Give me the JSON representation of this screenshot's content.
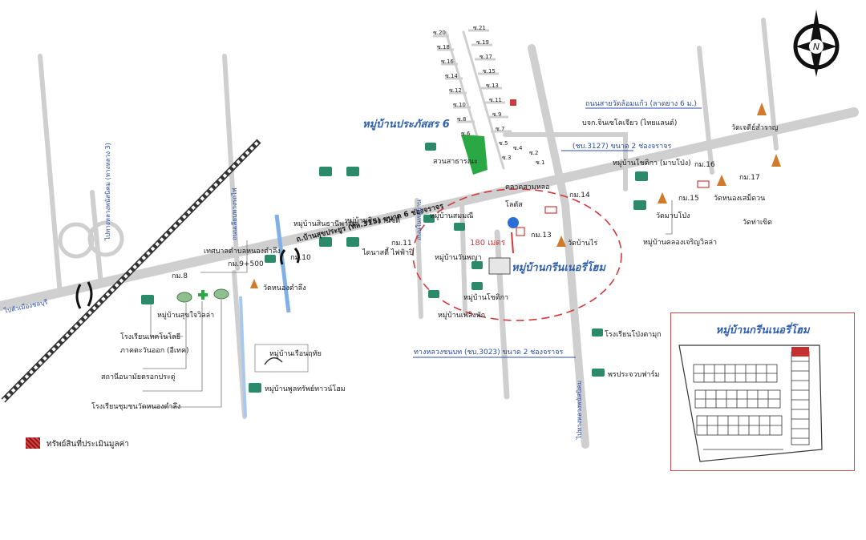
{
  "colors": {
    "road": "#cfcfcf",
    "road_label": "#1a1a1a",
    "project_label": "#2f5fb0",
    "highlight_red": "#d23a3a",
    "park_green": "#2aa844",
    "canal_blue": "#7fb0e8",
    "temple_orange": "#d07a2a"
  },
  "labels": {
    "village_prakassorn": "หมู่บ้านประภัสสร 6",
    "village_green_nery_main": "หมู่บ้านกรีนเนอรี่โฮม",
    "main_road": "ถ.บ้านสุขประยูร (ทล.315) ขนาด 6 ช่องจราจร",
    "distance": "180 เมตร",
    "road_3127": "(ชบ.3127) ขนาด 2 ช่องจราจร",
    "road_3023": "ทางหลวงชนบท (ชบ.3023) ขนาด 2 ช่องจราจร",
    "road_top_right": "ถนนสายวัดล้อมแก้ว (ลาดยาง 6 ม.)",
    "company": "บจก.จินเซโคเจียว (ไทยแลนด์)",
    "village_sinthani_park": "หมู่บ้านสินธานีพาร์ค",
    "village_sinthani_city": "หมู่บ้านสินธานีซิตี้",
    "municipality": "เทศบาลตำบลหนองตำลึง",
    "village_sukjai": "หมู่บ้านสุขใจวิลล่า",
    "temple_nong_tamlueng": "วัดหนองตำลึง",
    "school_tech": "โรงเรียนเทคโนโลยี",
    "school_tech_2": "ภาคตะวันออก (อีเทค)",
    "health_station": "สถานีอนามัยตรอกประดู่",
    "school_community": "โรงเรียนชุมชนวัดหนองตำลึง",
    "village_rueanrit": "หมู่บ้านเรือนฤทัย",
    "village_phon_sap": "หมู่บ้านพูลทรัพย์ทาวน์โฮม",
    "village_sommanee": "หมู่บ้านสมมณี",
    "village_wanphaya": "หมู่บ้านวันพญา",
    "village_chotika": "หมู่บ้านโชติกา",
    "village_pheng_pak": "หมู่บ้านเพลิงพัก",
    "village_chotika_2": "หมู่บ้านโชติกา (มาบโป่ง)",
    "village_klang_charoen": "หมู่บ้านคลองเจริญวิลล่า",
    "temple_nong_set": "วัดหนองเสม็ดวน",
    "temple_mab_pong": "วัดมาบโป่ง",
    "temple_chedi": "วัดเจดีย์สำราญ",
    "temple_ban_mai": "วัดบ้านไร่",
    "temple_right": "วัดท่าเขิด",
    "school_pong_ta_muk": "โรงเรียนโป่งตามุก",
    "park_pong": "พรประจวบฟาร์ม",
    "market": "ตลาดสามหลอ",
    "lotus": "โลตัส",
    "seven_eleven": "ไดนาสตี้ ไฟฟ้าปิ",
    "park_label": "สวนสาธารณะ",
    "km_8": "กม.8",
    "km_9": "กม.9+500",
    "km_10": "กม.10",
    "km_11": "กม.11",
    "km_13": "กม.13",
    "km_14": "กม.14",
    "km_15": "กม.15",
    "km_16": "กม.16",
    "km_17": "กม.17",
    "soi_21": "ซ.21",
    "soi_20": "ซ.20",
    "soi_19": "ซ.19",
    "soi_18": "ซ.18",
    "soi_17": "ซ.17",
    "soi_16": "ซ.16",
    "soi_15": "ซ.15",
    "soi_14": "ซ.14",
    "soi_13": "ซ.13",
    "soi_12": "ซ.12",
    "soi_11": "ซ.11",
    "soi_10": "ซ.10",
    "soi_9": "ซ.9",
    "soi_8": "ซ.8",
    "soi_7": "ซ.7",
    "soi_6": "ซ.6",
    "soi_5": "ซ.5",
    "soi_4": "ซ.4",
    "soi_3": "ซ.3",
    "soi_2": "ซ.2",
    "soi_1": "ซ.1",
    "hwy_left": "ไปทางหลวงพนัสนิคม (ทางหลวง 3)",
    "hwy_bottom_right": "ไปทางหลวงพนัสนิคม",
    "road_vertical_left": "ถนนเลียบทางรถไฟ",
    "road_vertical_mid": "ถนนในหมู่บ้าน",
    "to_chonburi": "ไปตัวเมืองชลบุรี"
  },
  "inset": {
    "title": "หมู่บ้านกรีนเนอรี่โฮม"
  },
  "legend": {
    "label": "ทรัพย์สินที่ประเมินมูลค่า"
  },
  "compass": {
    "letter": "N"
  }
}
